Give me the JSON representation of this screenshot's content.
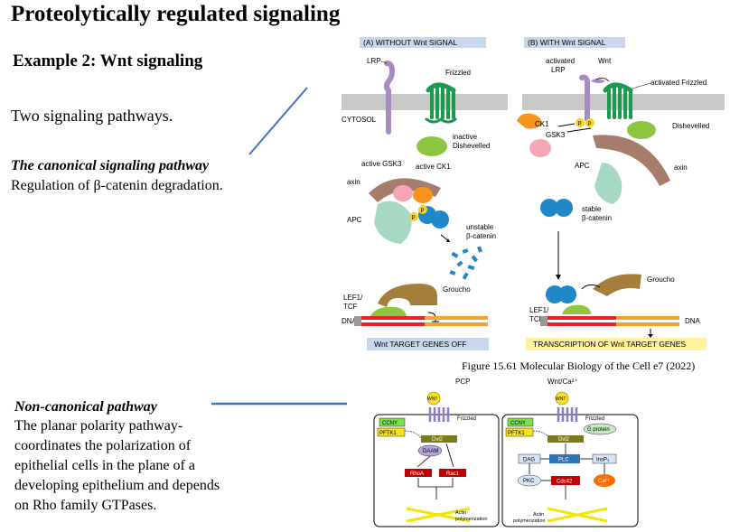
{
  "slide": {
    "title": "Proteolytically regulated signaling",
    "subtitle": "Example 2: Wnt signaling",
    "intro": "Two signaling pathways.",
    "canonical_heading": "The canonical signaling pathway",
    "canonical_desc": "Regulation of β-catenin degradation.",
    "noncanonical_heading": "Non-canonical pathway",
    "noncanonical_desc": [
      "The planar polarity pathway-",
      "coordinates the polarization of",
      "epithelial cells in the plane of a",
      "developing epithelium and depends",
      "on Rho family GTPases."
    ],
    "figure_caption": "Figure 15.61 Molecular Biology of the Cell e7 (2022)"
  },
  "diagram_a": {
    "header": "(A)  WITHOUT Wnt SIGNAL",
    "lrp": "LRP",
    "frizzled": "Frizzled",
    "cytosol": "CYTOSOL",
    "inactive_dsh_1": "inactive",
    "inactive_dsh_2": "Dishevelled",
    "active_gsk3": "active GSK3",
    "active_ck1": "active CK1",
    "axin": "axin",
    "apc": "APC",
    "p": "P",
    "unstable_1": "unstable",
    "unstable_2": "β-catenin",
    "groucho": "Groucho",
    "lef1": "LEF1/",
    "tcf": "TCF",
    "dna": "DNA",
    "footer": "Wnt TARGET GENES OFF"
  },
  "diagram_b": {
    "header": "(B)  WITH Wnt SIGNAL",
    "activated_lrp_1": "activated",
    "activated_lrp_2": "LRP",
    "wnt": "Wnt",
    "activated_frizzled": "activated Frizzled",
    "ck1": "CK1",
    "gsk3": "GSK3",
    "dishevelled": "Dishevelled",
    "apc": "APC",
    "axin": "axin",
    "stable_1": "stable",
    "stable_2": "β-catenin",
    "groucho": "Groucho",
    "lef1": "LEF1/",
    "tcf": "TCF",
    "dna": "DNA",
    "footer": "TRANSCRIPTION OF Wnt TARGET GENES"
  },
  "diagram_c": {
    "pcp_title": "PCP",
    "ca_title": "Wnt/Ca²⁺",
    "wnt": "WNT",
    "frizzled": "Frizzled",
    "ccny": "CCNY",
    "pftk1": "PFTK1",
    "dvl": "Dvl2",
    "daam": "DAAM",
    "rhoa": "RhoA",
    "rac1": "Rac1",
    "actin_1": "Actin",
    "actin_2": "polymerization",
    "gprotein": "G protein",
    "dag": "DAG",
    "plc": "PLC",
    "insp3": "InsP₃",
    "pkc": "PKC",
    "cdc42": "Cdc42",
    "ca": "Ca²⁺"
  }
}
